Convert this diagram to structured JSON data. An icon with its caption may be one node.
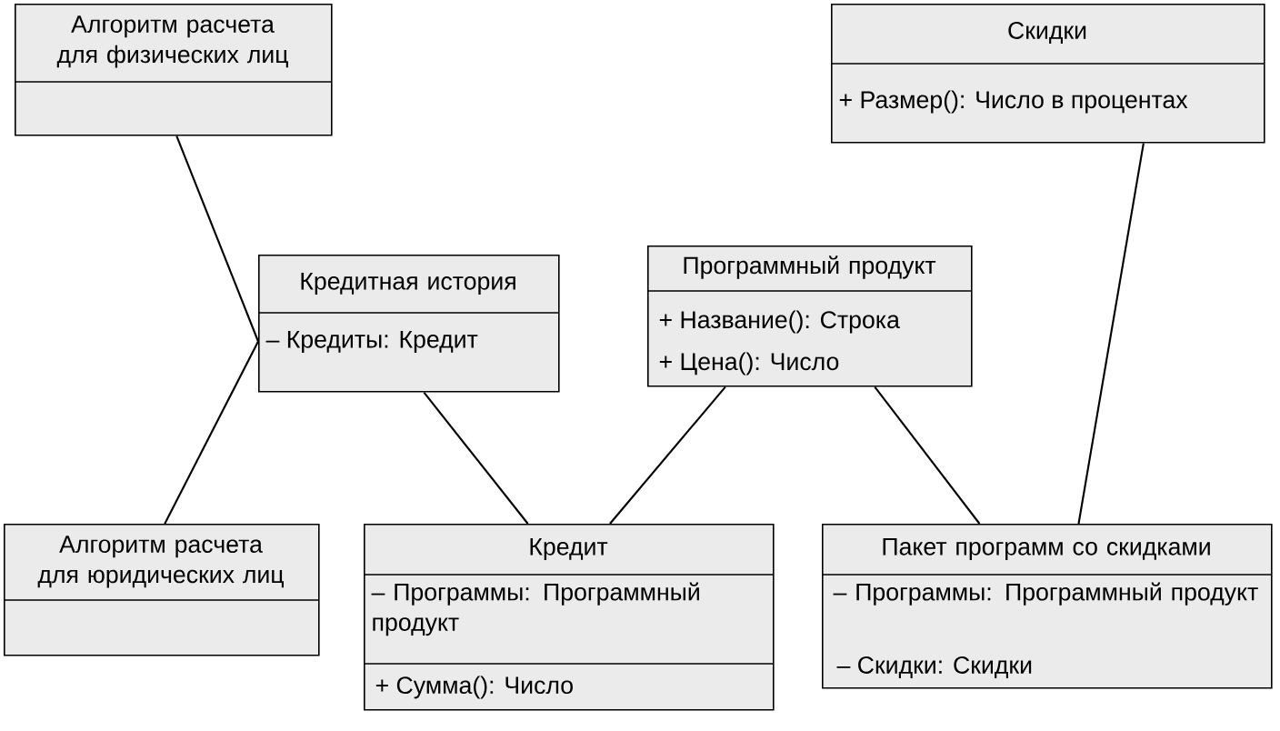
{
  "diagram": {
    "nodes": [
      {
        "text": [
          "Алгоритм расчета для физических лиц"
        ]
      },
      {
        "text": [
          "Скидки",
          "+ Размер(): Число в процентах"
        ]
      },
      {
        "text": [
          "Кредитная история",
          "– Кредиты: Кредит"
        ]
      },
      {
        "text": [
          "Программный продукт",
          "+ Название(): Строка",
          "+ Цена(): Число"
        ]
      },
      {
        "text": [
          "Алгоритм расчета для юридических лиц"
        ]
      },
      {
        "text": [
          "Кредит",
          "– Программы: Программный продукт",
          "+ Сумма(): Число"
        ]
      },
      {
        "text": [
          "Пакет программ со скидками",
          "– Программы: Программный продукт",
          "– Скидки: Скидки"
        ]
      }
    ],
    "edges": [
      {
        "from": 0,
        "to": 2,
        "arrow": "none"
      },
      {
        "from": 4,
        "to": 2,
        "arrow": "none"
      },
      {
        "from": 2,
        "to": 5,
        "arrow": "none"
      },
      {
        "from": 3,
        "to": 5,
        "arrow": "none"
      },
      {
        "from": 3,
        "to": 6,
        "arrow": "none"
      },
      {
        "from": 1,
        "to": 6,
        "arrow": "none"
      }
    ]
  }
}
